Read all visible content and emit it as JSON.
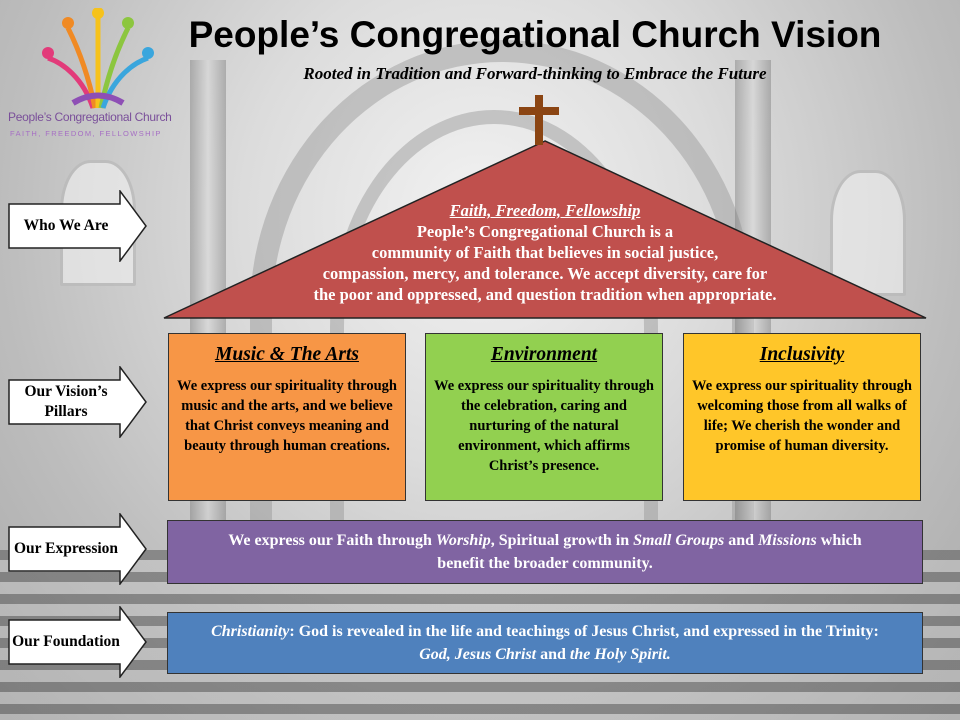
{
  "header": {
    "title": "People’s Congregational Church Vision",
    "subtitle": "Rooted in Tradition and Forward-thinking  to Embrace the Future"
  },
  "logo": {
    "name": "People’s Congregational Church",
    "tagline": "FAITH, FREEDOM, FELLOWSHIP",
    "colors": [
      "#e23b7a",
      "#f08a24",
      "#f6c21b",
      "#8cc63f",
      "#3aa6dd",
      "#8e4fb5"
    ]
  },
  "roof": {
    "color": "#c0504d",
    "heading": "Faith, Freedom, Fellowship",
    "body": "People’s Congregational Church is a\ncommunity of  Faith that believes in social justice,\ncompassion, mercy, and tolerance.  We accept diversity, care for\nthe poor and oppressed, and question tradition when appropriate."
  },
  "cross": {
    "color": "#8b4513",
    "icon": "cross-icon"
  },
  "rows": [
    {
      "label": "Who We Are"
    },
    {
      "label": "Our Vision’s Pillars"
    },
    {
      "label": "Our Expression"
    },
    {
      "label": "Our Foundation"
    }
  ],
  "pillars": [
    {
      "title": "Music & The Arts",
      "text": "We express our spirituality through music and the arts, and we believe that Christ conveys meaning and beauty through human creations.",
      "color": "#f79646"
    },
    {
      "title": "Environment",
      "text": "We express our spirituality through the celebration, caring and nurturing of the natural environment, which affirms Christ’s presence.",
      "color": "#92d050"
    },
    {
      "title": "Inclusivity",
      "text": "We express our spirituality through welcoming those from all walks of life; We cherish the wonder and promise of human diversity.",
      "color": "#ffc629"
    }
  ],
  "expression": {
    "color": "#8064a2",
    "p1": "We express our Faith through ",
    "worship": "Worship",
    "p2": ", Spiritual growth in ",
    "small_groups": "Small Groups",
    "p3": " and ",
    "missions": "Missions",
    "p4": " which benefit the broader community."
  },
  "foundation": {
    "color": "#4f81bd",
    "christianity": "Christianity",
    "p1": ":  God is revealed in the life and teachings of Jesus Christ, and expressed in the Trinity:  ",
    "god": "God, Jesus Christ",
    "p2": " and ",
    "spirit": "the Holy Spirit."
  }
}
